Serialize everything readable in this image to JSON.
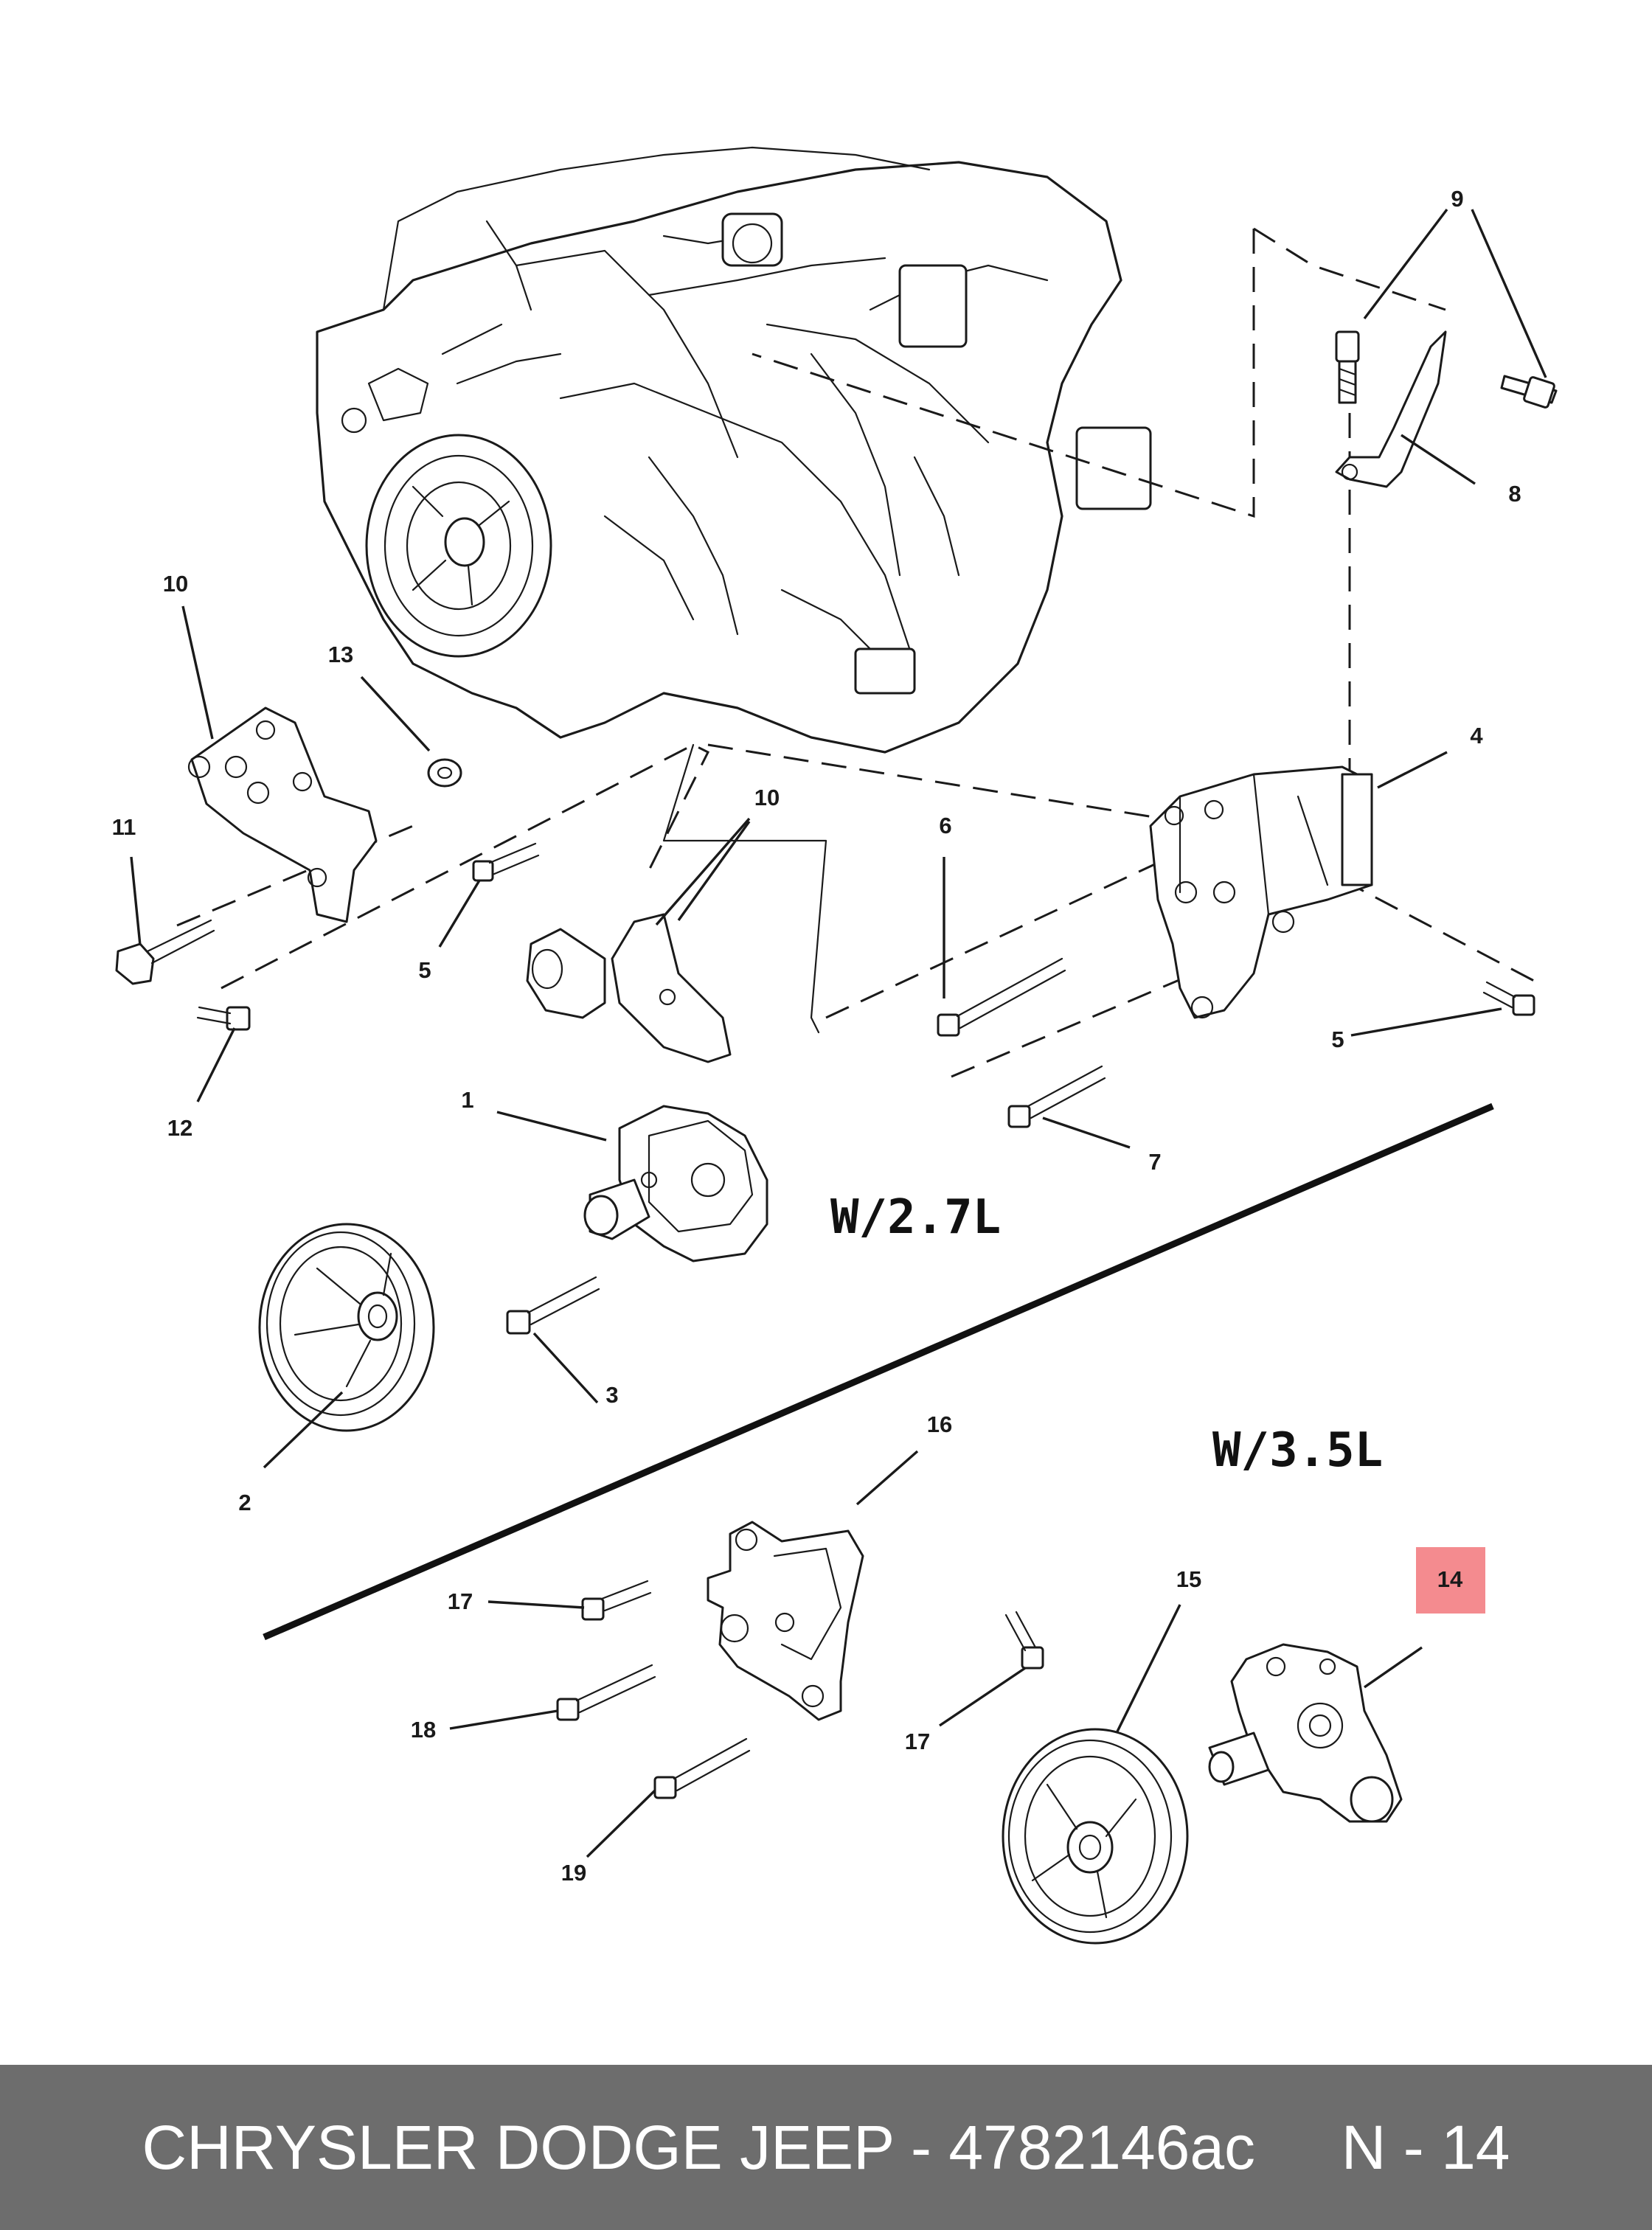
{
  "callouts": {
    "c1": "1",
    "c2": "2",
    "c3": "3",
    "c4": "4",
    "c5a": "5",
    "c5b": "5",
    "c6": "6",
    "c7": "7",
    "c8": "8",
    "c9": "9",
    "c10a": "10",
    "c10b": "10",
    "c11": "11",
    "c12": "12",
    "c13": "13",
    "c14": "14",
    "c15": "15",
    "c16": "16",
    "c17a": "17",
    "c17b": "17",
    "c18": "18",
    "c19": "19"
  },
  "variants": {
    "v27": "W/2.7L",
    "v35": "W/3.5L"
  },
  "highlight": {
    "callout": "14",
    "color": "#f48b8f"
  },
  "footer": {
    "text": "CHRYSLER DODGE JEEP - 4782146ac",
    "code": "N - 14",
    "background": "#6d6d6d"
  }
}
